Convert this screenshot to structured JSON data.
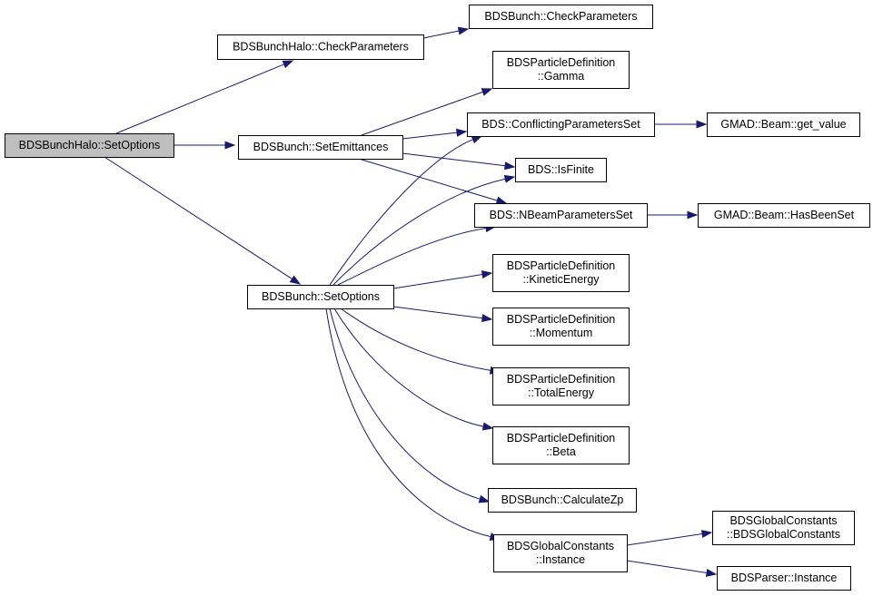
{
  "nodes": [
    {
      "id": "n0",
      "lines": [
        "BDSBunchHalo::SetOptions"
      ],
      "highlight": true
    },
    {
      "id": "n1",
      "lines": [
        "BDSBunchHalo::CheckParameters"
      ]
    },
    {
      "id": "n2",
      "lines": [
        "BDSBunch::CheckParameters"
      ]
    },
    {
      "id": "n3",
      "lines": [
        "BDSBunch::SetEmittances"
      ]
    },
    {
      "id": "n4",
      "lines": [
        "BDSParticleDefinition",
        "::Gamma"
      ]
    },
    {
      "id": "n5",
      "lines": [
        "BDS::ConflictingParametersSet"
      ]
    },
    {
      "id": "n6",
      "lines": [
        "GMAD::Beam::get_value"
      ]
    },
    {
      "id": "n7",
      "lines": [
        "BDS::IsFinite"
      ]
    },
    {
      "id": "n8",
      "lines": [
        "BDS::NBeamParametersSet"
      ]
    },
    {
      "id": "n9",
      "lines": [
        "GMAD::Beam::HasBeenSet"
      ]
    },
    {
      "id": "n10",
      "lines": [
        "BDSBunch::SetOptions"
      ]
    },
    {
      "id": "n11",
      "lines": [
        "BDSParticleDefinition",
        "::KineticEnergy"
      ]
    },
    {
      "id": "n12",
      "lines": [
        "BDSParticleDefinition",
        "::Momentum"
      ]
    },
    {
      "id": "n13",
      "lines": [
        "BDSParticleDefinition",
        "::TotalEnergy"
      ]
    },
    {
      "id": "n14",
      "lines": [
        "BDSParticleDefinition",
        "::Beta"
      ]
    },
    {
      "id": "n15",
      "lines": [
        "BDSBunch::CalculateZp"
      ]
    },
    {
      "id": "n16",
      "lines": [
        "BDSGlobalConstants",
        "::Instance"
      ]
    },
    {
      "id": "n17",
      "lines": [
        "BDSGlobalConstants",
        "::BDSGlobalConstants"
      ]
    },
    {
      "id": "n18",
      "lines": [
        "BDSParser::Instance"
      ]
    }
  ],
  "edges": [
    [
      "n0",
      "n1"
    ],
    [
      "n0",
      "n3"
    ],
    [
      "n0",
      "n10"
    ],
    [
      "n1",
      "n2"
    ],
    [
      "n3",
      "n4"
    ],
    [
      "n3",
      "n5"
    ],
    [
      "n3",
      "n7"
    ],
    [
      "n3",
      "n8"
    ],
    [
      "n5",
      "n6"
    ],
    [
      "n8",
      "n9"
    ],
    [
      "n10",
      "n5"
    ],
    [
      "n10",
      "n7"
    ],
    [
      "n10",
      "n8"
    ],
    [
      "n10",
      "n11"
    ],
    [
      "n10",
      "n12"
    ],
    [
      "n10",
      "n13"
    ],
    [
      "n10",
      "n14"
    ],
    [
      "n10",
      "n15"
    ],
    [
      "n10",
      "n16"
    ],
    [
      "n16",
      "n17"
    ],
    [
      "n16",
      "n18"
    ]
  ],
  "colors": {
    "edge": "#191970",
    "node_fill": "#ffffff",
    "highlight_fill": "#bfbfbf",
    "border": "#000000"
  }
}
